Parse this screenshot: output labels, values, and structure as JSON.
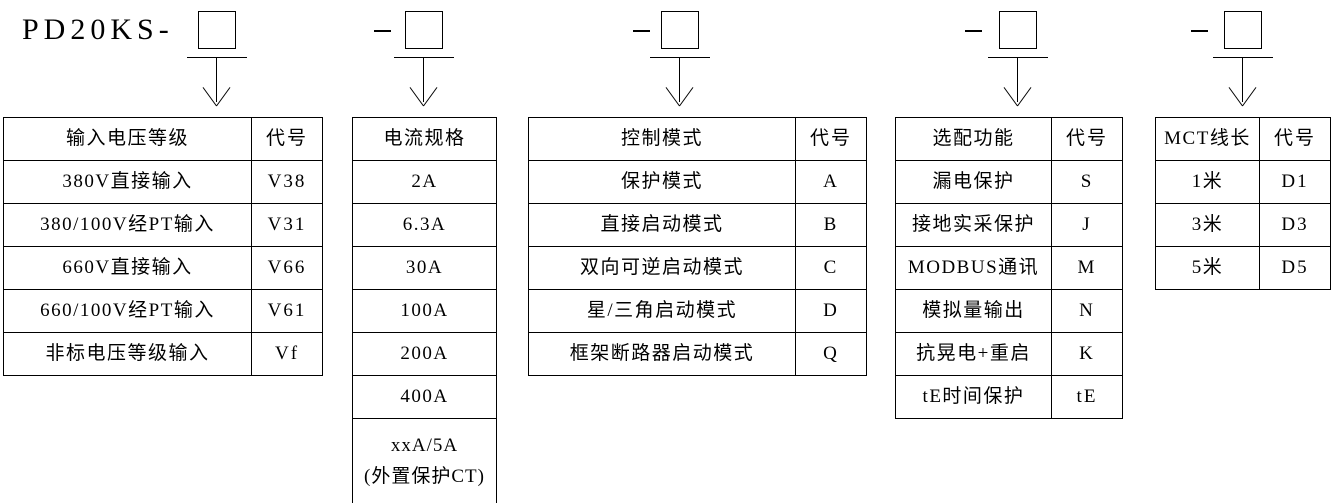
{
  "model": {
    "prefix": "PD20KS-",
    "separator": "–",
    "box_placeholder": ""
  },
  "groups": [
    {
      "id": "input-voltage",
      "header": [
        "输入电压等级",
        "代号"
      ],
      "rows": [
        [
          "380V直接输入",
          "V38"
        ],
        [
          "380/100V经PT输入",
          "V31"
        ],
        [
          "660V直接输入",
          "V66"
        ],
        [
          "660/100V经PT输入",
          "V61"
        ],
        [
          "非标电压等级输入",
          "Vf"
        ]
      ]
    },
    {
      "id": "current-rating",
      "header": [
        "电流规格"
      ],
      "rows": [
        [
          "2A"
        ],
        [
          "6.3A"
        ],
        [
          "30A"
        ],
        [
          "100A"
        ],
        [
          "200A"
        ],
        [
          "400A"
        ],
        [
          "xxA/5A\n(外置保护CT)"
        ]
      ]
    },
    {
      "id": "control-mode",
      "header": [
        "控制模式",
        "代号"
      ],
      "rows": [
        [
          "保护模式",
          "A"
        ],
        [
          "直接启动模式",
          "B"
        ],
        [
          "双向可逆启动模式",
          "C"
        ],
        [
          "星/三角启动模式",
          "D"
        ],
        [
          "框架断路器启动模式",
          "Q"
        ]
      ]
    },
    {
      "id": "optional-function",
      "header": [
        "选配功能",
        "代号"
      ],
      "rows": [
        [
          "漏电保护",
          "S"
        ],
        [
          "接地实采保护",
          "J"
        ],
        [
          "MODBUS通讯",
          "M"
        ],
        [
          "模拟量输出",
          "N"
        ],
        [
          "抗晃电+重启",
          "K"
        ],
        [
          "tE时间保护",
          "tE"
        ]
      ]
    },
    {
      "id": "mct-cable-length",
      "header": [
        "MCT线长",
        "代号"
      ],
      "rows": [
        [
          "1米",
          "D1"
        ],
        [
          "3米",
          "D3"
        ],
        [
          "5米",
          "D5"
        ]
      ]
    }
  ],
  "colors": {
    "line": "#000000",
    "background": "#ffffff"
  }
}
